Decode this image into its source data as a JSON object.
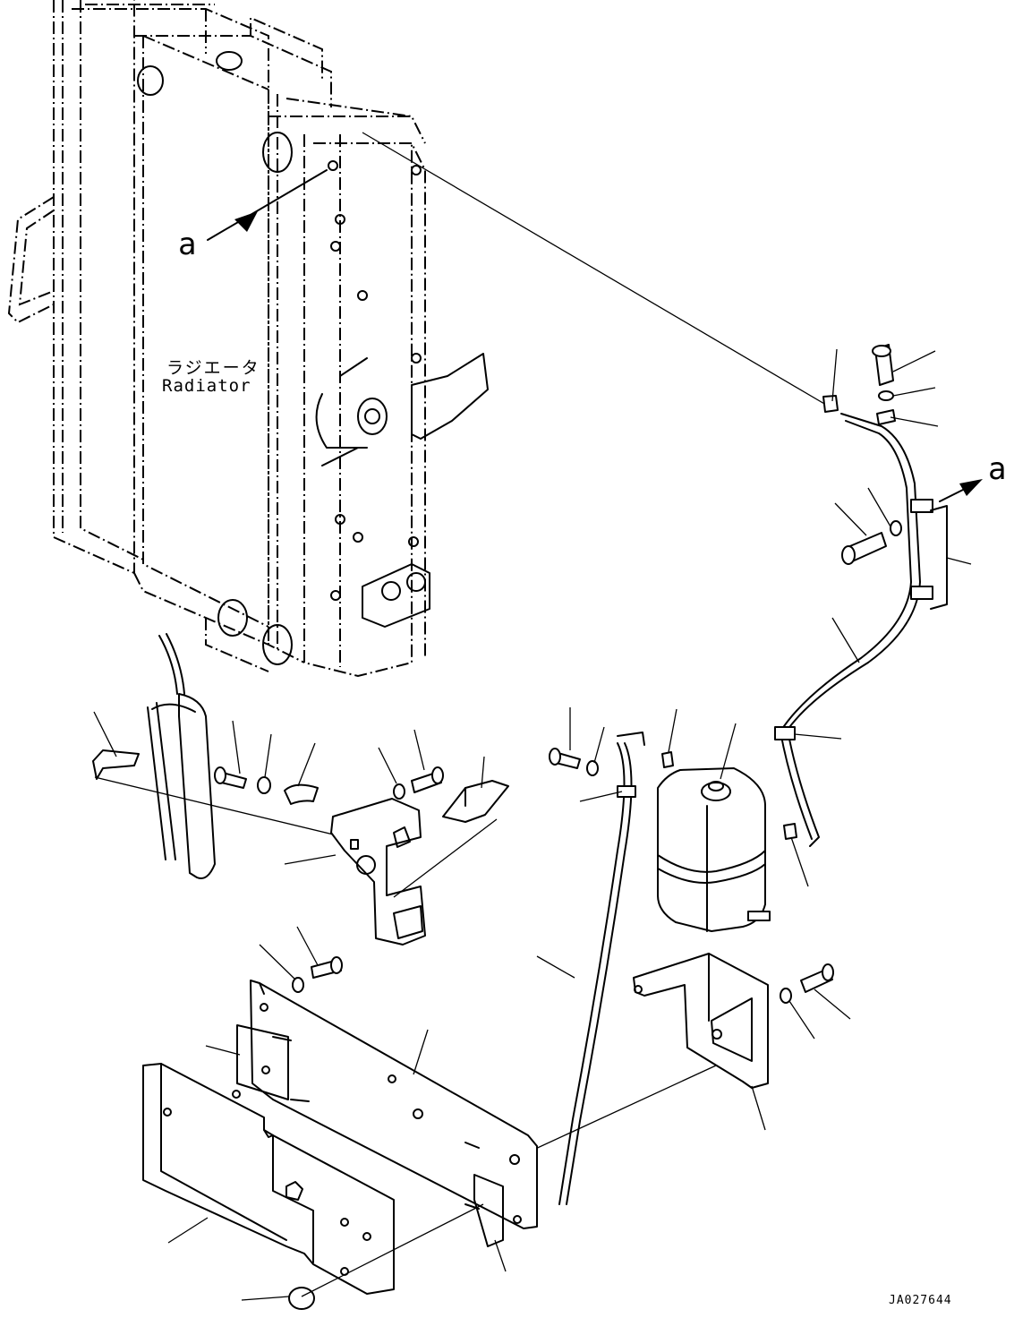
{
  "diagram": {
    "callout_letter_left": "a",
    "callout_letter_right": "a",
    "radiator_label_jp": "ラジエータ",
    "radiator_label_en": "Radiator",
    "drawing_code": "JA027644"
  }
}
